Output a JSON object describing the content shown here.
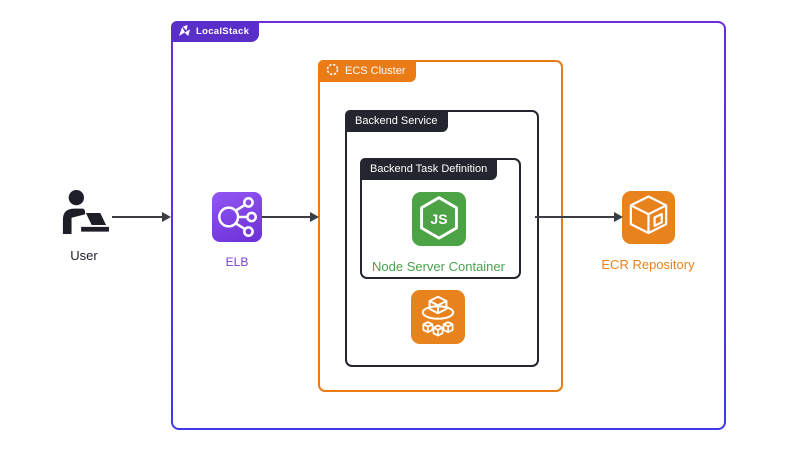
{
  "groups": {
    "localstack": {
      "label": "LocalStack"
    },
    "ecs_cluster": {
      "label": "ECS Cluster"
    },
    "backend_service": {
      "label": "Backend Service"
    },
    "backend_task_definition": {
      "label": "Backend Task Definition"
    }
  },
  "nodes": {
    "user": {
      "label": "User",
      "icon": "person-at-laptop-icon"
    },
    "elb": {
      "label": "ELB",
      "icon": "load-balancer-icon"
    },
    "node_server": {
      "label": "Node Server Container",
      "icon": "nodejs-hexagon-icon",
      "icon_text": "JS"
    },
    "ecs_service": {
      "icon": "ecs-cubes-icon"
    },
    "ecr": {
      "label": "ECR Repository",
      "icon": "container-registry-cube-icon"
    }
  },
  "colors": {
    "localstack_purple": "#5A2EC8",
    "localstack_border_top": "#6D2BE2",
    "localstack_border_bottom": "#3F3AE8",
    "cluster_orange": "#EA7B17",
    "aws_orange": "#E8821C",
    "dark": "#23262E",
    "node_green": "#4CA345",
    "elb_gradient_light": "#9257F2",
    "elb_gradient_dark": "#6C2FD8",
    "elb_label_purple": "#7B3FD0",
    "arrow": "#3C3D45"
  }
}
